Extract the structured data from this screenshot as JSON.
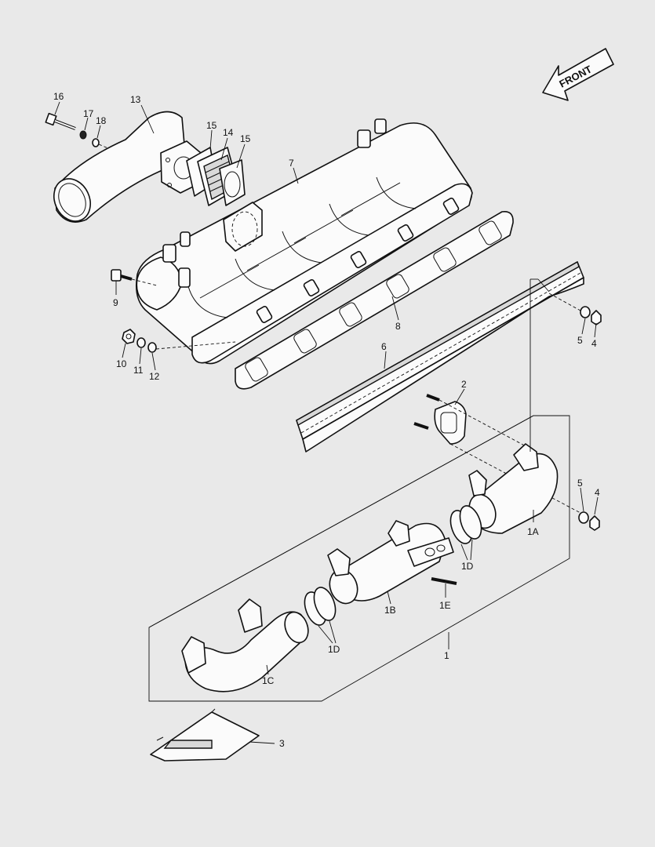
{
  "diagram": {
    "orientation_label": "FRONT",
    "callouts": {
      "c1": "1",
      "c1A": "1A",
      "c1B": "1B",
      "c1C": "1C",
      "c1D_a": "1D",
      "c1D_b": "1D",
      "c1E": "1E",
      "c2": "2",
      "c3": "3",
      "c4_top": "4",
      "c4_bottom": "4",
      "c5_top": "5",
      "c5_bottom": "5",
      "c6": "6",
      "c7": "7",
      "c8": "8",
      "c9": "9",
      "c10": "10",
      "c11": "11",
      "c12": "12",
      "c13": "13",
      "c14": "14",
      "c15_a": "15",
      "c15_b": "15",
      "c16": "16",
      "c17": "17",
      "c18": "18"
    }
  }
}
